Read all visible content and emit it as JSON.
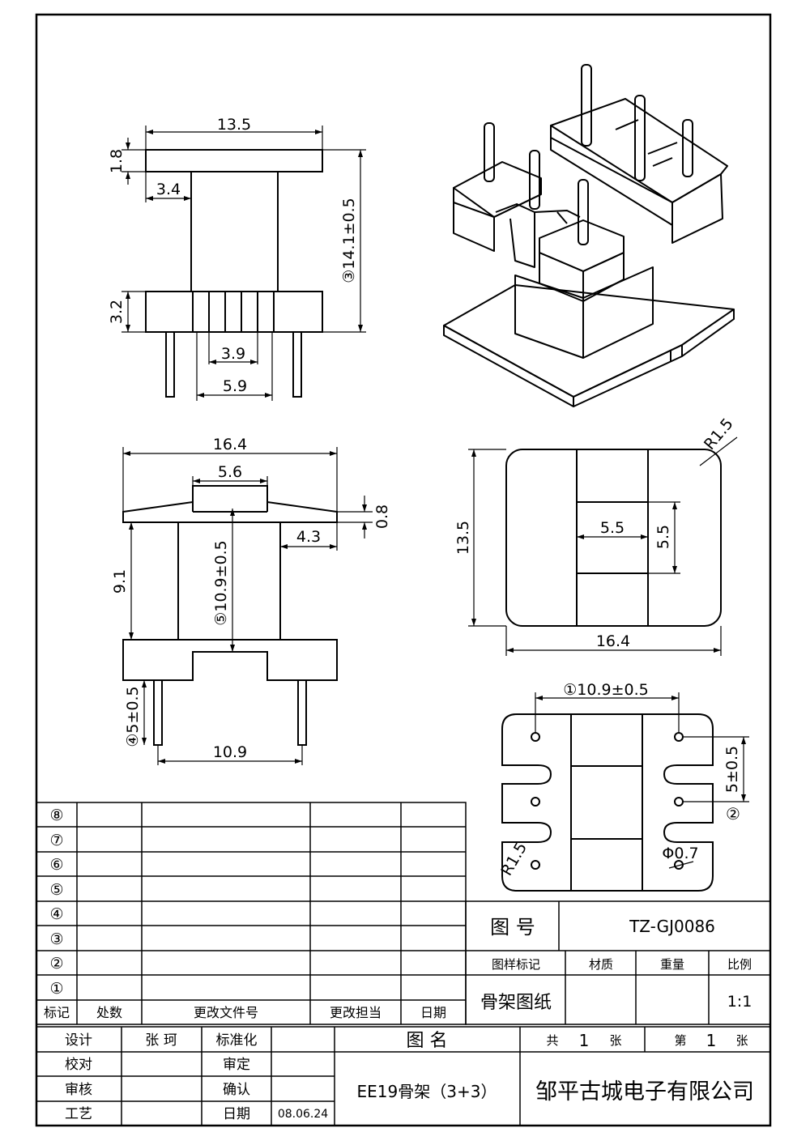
{
  "dims": {
    "front_width": "13.5",
    "front_top_flange": "1.8",
    "front_core_offset": "3.4",
    "front_base_height": "3.2",
    "front_inner_slot": "3.9",
    "front_outer_slot": "5.9",
    "front_total_height": "③14.1±0.5",
    "side_width": "16.4",
    "side_top_width": "5.6",
    "side_flange": "0.8",
    "side_step": "4.3",
    "side_height": "9.1",
    "side_total": "⑤10.9±0.5",
    "side_pin_len": "④5±0.5",
    "side_pin_span": "10.9",
    "top_height": "13.5",
    "top_width": "16.4",
    "top_radius": "R1.5",
    "top_core_w": "5.5",
    "top_core_h": "5.5",
    "bottom_pin_span": "①10.9±0.5",
    "bottom_pin_pitch": "5±0.5",
    "bottom_pin_pitch_marker": "②",
    "bottom_radius": "R1.5",
    "bottom_hole": "Φ0.7"
  },
  "revision_table": {
    "row_markers": [
      "⑧",
      "⑦",
      "⑥",
      "⑤",
      "④",
      "③",
      "②",
      "①"
    ],
    "headers": [
      "标记",
      "处数",
      "更改文件号",
      "更改担当",
      "日期"
    ]
  },
  "title_block": {
    "drawing_no_label": "图 号",
    "drawing_no": "TZ-GJ0086",
    "header_labels": [
      "图样标记",
      "材质",
      "重量",
      "比例"
    ],
    "sample_mark": "骨架图纸",
    "scale": "1:1",
    "design_label": "设计",
    "designer": "张 珂",
    "standard_label": "标准化",
    "check_label": "校对",
    "review_label": "审定",
    "audit_label": "审核",
    "confirm_label": "确认",
    "process_label": "工艺",
    "date_label": "日期",
    "date": "08.06.24",
    "name_label": "图 名",
    "sheets_total_label": "共",
    "sheets_total": "1",
    "sheet_unit": "张",
    "sheet_no_label": "第",
    "sheet_no": "1",
    "part_name": "EE19骨架（3+3）",
    "company": "邹平古城电子有限公司"
  }
}
